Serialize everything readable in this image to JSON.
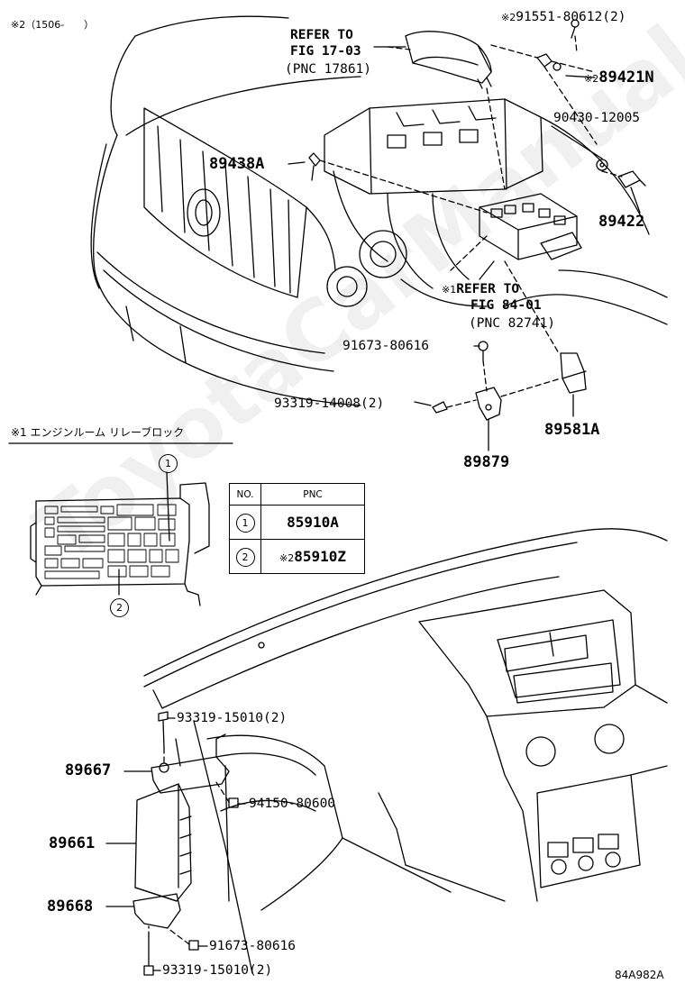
{
  "watermark": "ToyotaCarManual.ru",
  "header_note": "※2（1506-　　）",
  "refer_top": {
    "line1": "REFER TO",
    "line2": "FIG 17-03",
    "line3": "(PNC 17861)"
  },
  "refer_mid": {
    "mark": "※1",
    "line1": "REFER TO",
    "line2": "FIG 84-01",
    "line3": "(PNC 82741)"
  },
  "section_title": "※1 エンジンルーム リレーブロック",
  "callouts": {
    "p91551": {
      "mark": "※2",
      "text": "91551-80612(2)"
    },
    "p89421N": {
      "mark": "※2",
      "text": "89421N"
    },
    "p90430": "90430-12005",
    "p89438A": "89438A",
    "p89422": "89422",
    "p91673a": "91673-80616",
    "p93319a": "93319-14008(2)",
    "p89581A": "89581A",
    "p89879": "89879",
    "p93319b": "93319-15010(2)",
    "p89667": "89667",
    "p94150": "94150-80600",
    "p89661": "89661",
    "p89668": "89668",
    "p91673b": "91673-80616",
    "p93319c": "93319-15010(2)"
  },
  "relay_markers": [
    "1",
    "2"
  ],
  "pnc_table": {
    "header_no": "NO.",
    "header_pnc": "PNC",
    "rows": [
      {
        "no": "1",
        "mark": "",
        "pnc": "85910A"
      },
      {
        "no": "2",
        "mark": "※2",
        "pnc": "85910Z"
      }
    ]
  },
  "figure_id": "84A982A"
}
